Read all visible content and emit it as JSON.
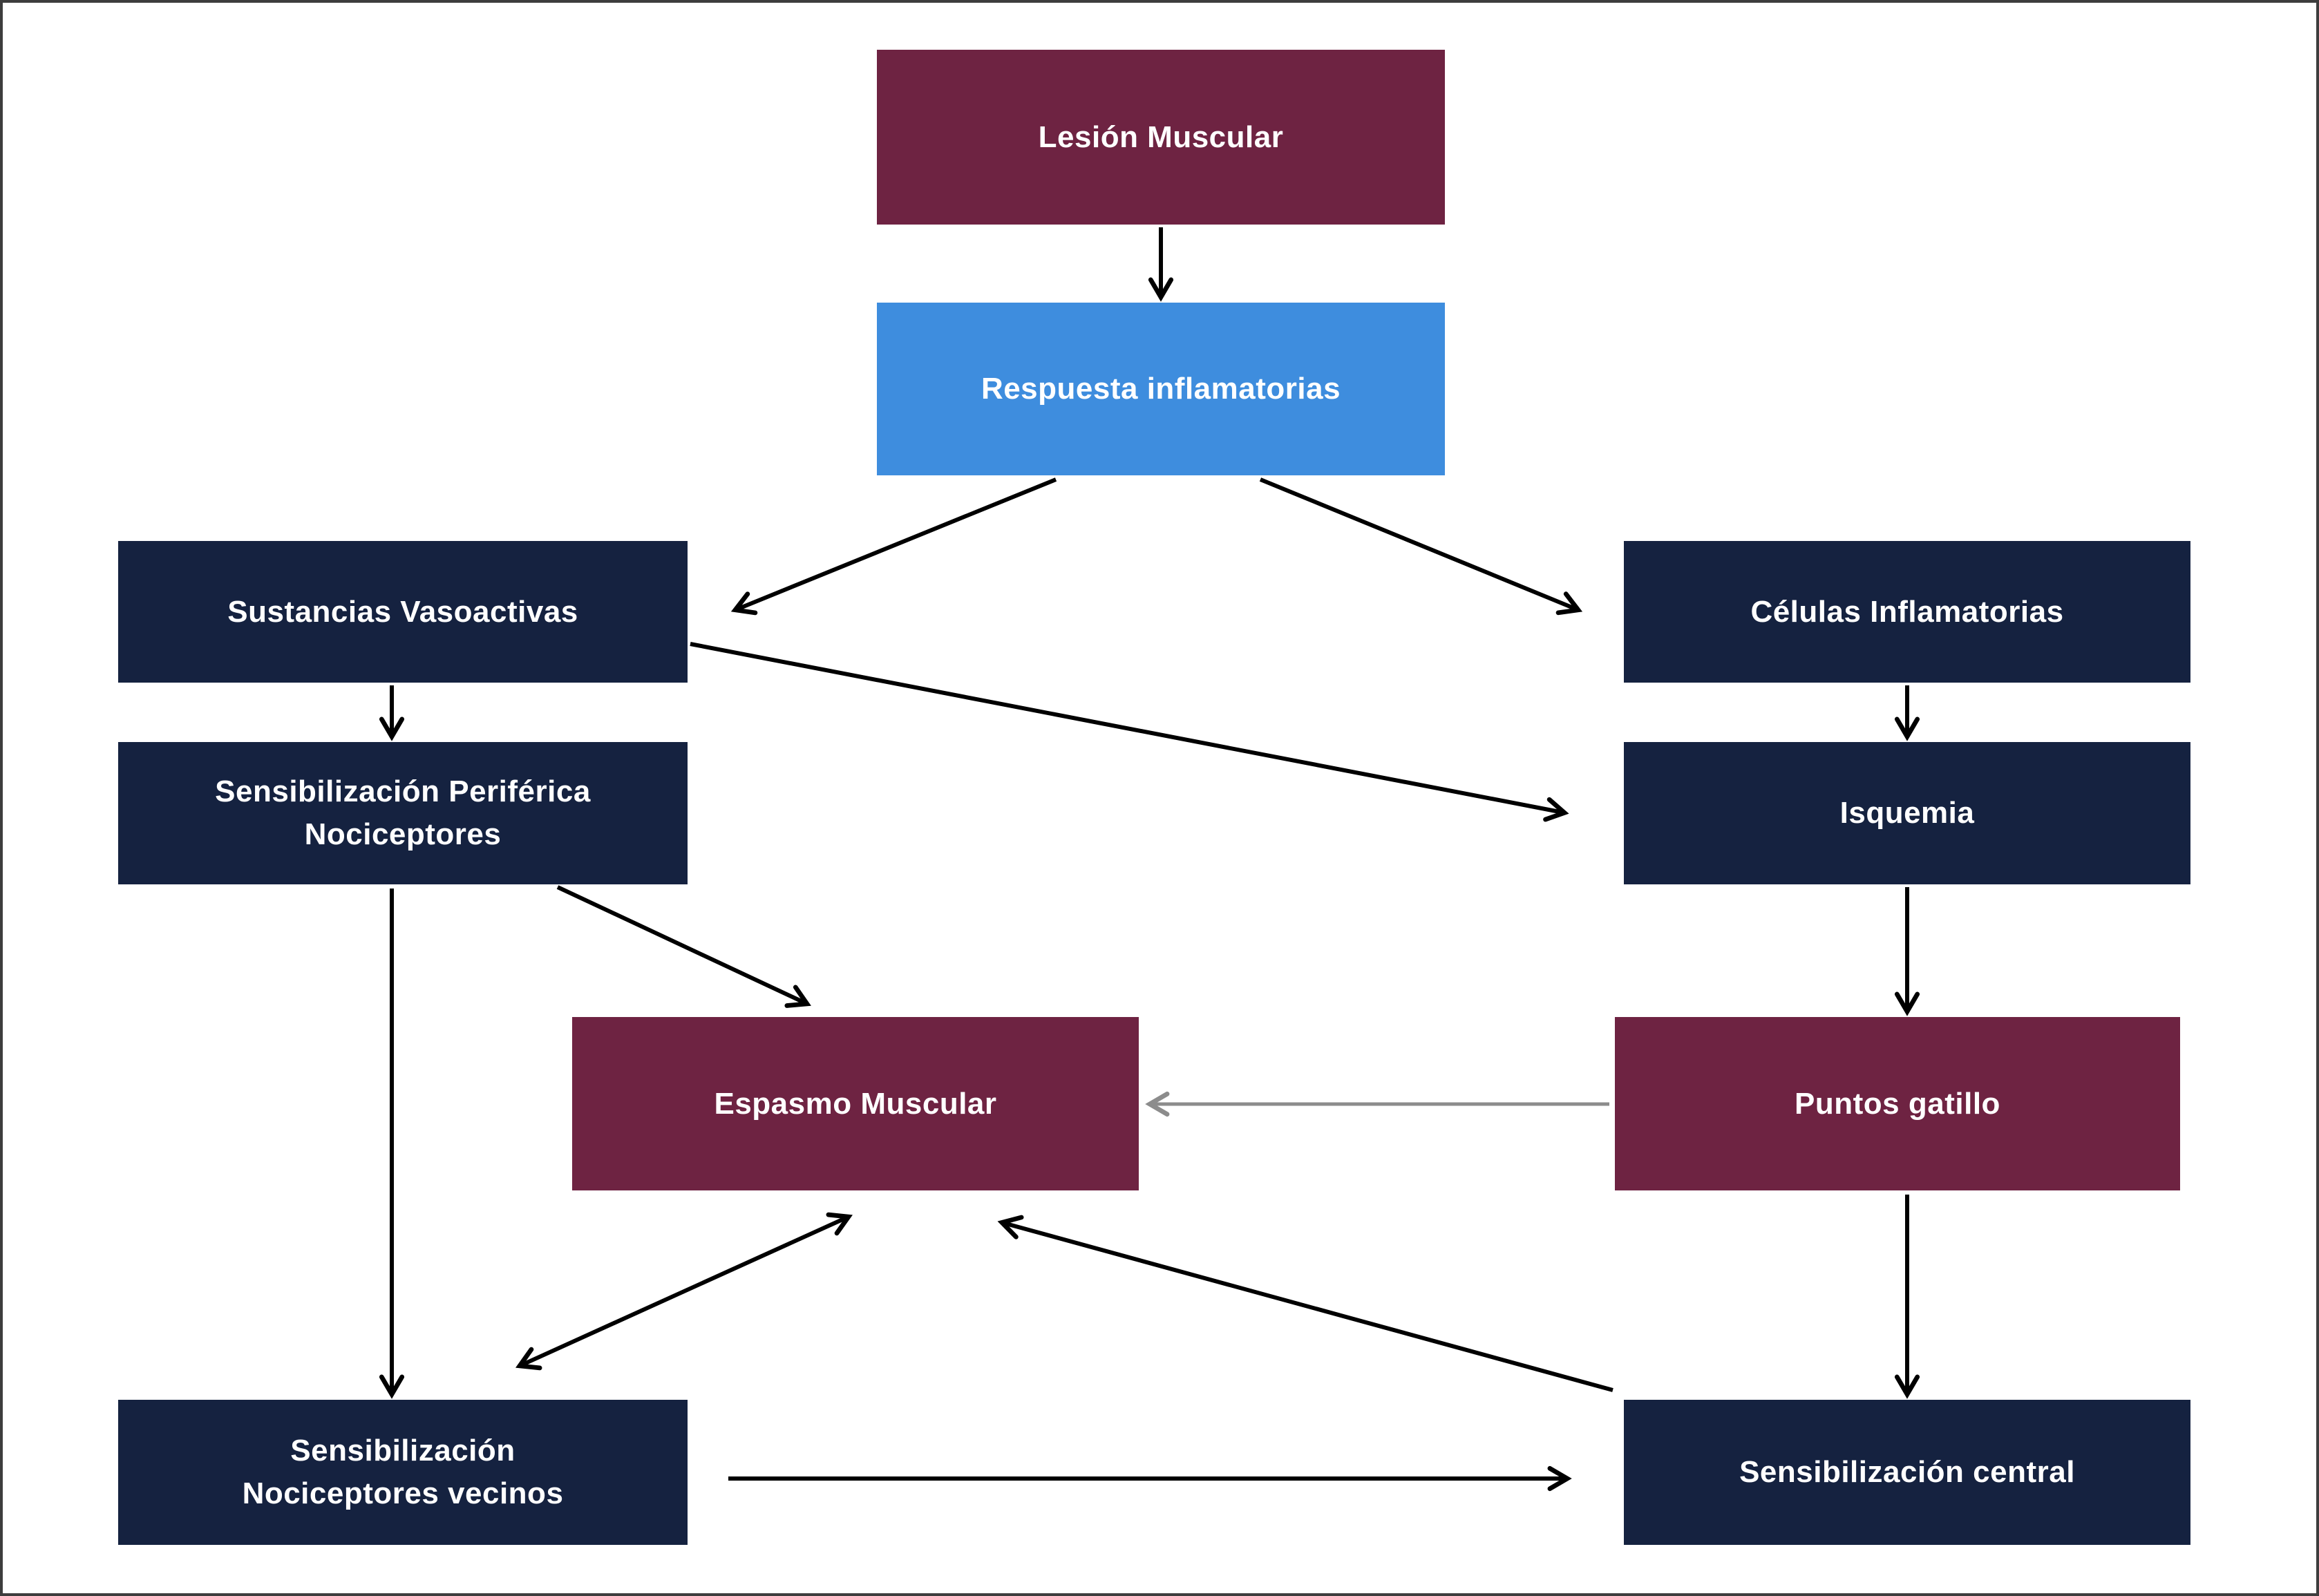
{
  "nodes": {
    "lesion_muscular": {
      "label": "Lesión Muscular",
      "color": "#6e2342"
    },
    "respuesta_inflamatorias": {
      "label": "Respuesta inflamatorias",
      "color": "#3e8dde"
    },
    "sustancias_vasoactivas": {
      "label": "Sustancias Vasoactivas",
      "color": "#152240"
    },
    "celulas_inflamatorias": {
      "label": "Células Inflamatorias",
      "color": "#152240"
    },
    "sensibilizacion_periferica": {
      "label": "Sensibilización Periférica\nNociceptores",
      "color": "#152240"
    },
    "isquemia": {
      "label": "Isquemia",
      "color": "#152240"
    },
    "espasmo_muscular": {
      "label": "Espasmo Muscular",
      "color": "#6e2342"
    },
    "puntos_gatillo": {
      "label": "Puntos gatillo",
      "color": "#6e2342"
    },
    "sensibilizacion_vecinos": {
      "label": "Sensibilización\nNociceptores vecinos",
      "color": "#152240"
    },
    "sensibilizacion_central": {
      "label": "Sensibilización central",
      "color": "#152240"
    }
  },
  "edges": [
    {
      "from": "lesion_muscular",
      "to": "respuesta_inflamatorias",
      "style": "black"
    },
    {
      "from": "respuesta_inflamatorias",
      "to": "sustancias_vasoactivas",
      "style": "black"
    },
    {
      "from": "respuesta_inflamatorias",
      "to": "celulas_inflamatorias",
      "style": "black"
    },
    {
      "from": "sustancias_vasoactivas",
      "to": "sensibilizacion_periferica",
      "style": "black"
    },
    {
      "from": "sustancias_vasoactivas",
      "to": "isquemia",
      "style": "black"
    },
    {
      "from": "celulas_inflamatorias",
      "to": "isquemia",
      "style": "black"
    },
    {
      "from": "isquemia",
      "to": "puntos_gatillo",
      "style": "black"
    },
    {
      "from": "sensibilizacion_periferica",
      "to": "espasmo_muscular",
      "style": "black"
    },
    {
      "from": "sensibilizacion_periferica",
      "to": "sensibilizacion_vecinos",
      "style": "black"
    },
    {
      "from": "puntos_gatillo",
      "to": "espasmo_muscular",
      "style": "gray"
    },
    {
      "from": "puntos_gatillo",
      "to": "sensibilizacion_central",
      "style": "black"
    },
    {
      "from": "espasmo_muscular",
      "to": "sensibilizacion_vecinos",
      "style": "black",
      "bidirectional": true
    },
    {
      "from": "sensibilizacion_central",
      "to": "espasmo_muscular",
      "style": "black"
    },
    {
      "from": "sensibilizacion_vecinos",
      "to": "sensibilizacion_central",
      "style": "black"
    }
  ],
  "colors": {
    "maroon": "#6e2342",
    "blue": "#3e8dde",
    "navy": "#152240",
    "arrow_black": "#000000",
    "arrow_gray": "#8c8c8c",
    "background": "#ffffff"
  }
}
